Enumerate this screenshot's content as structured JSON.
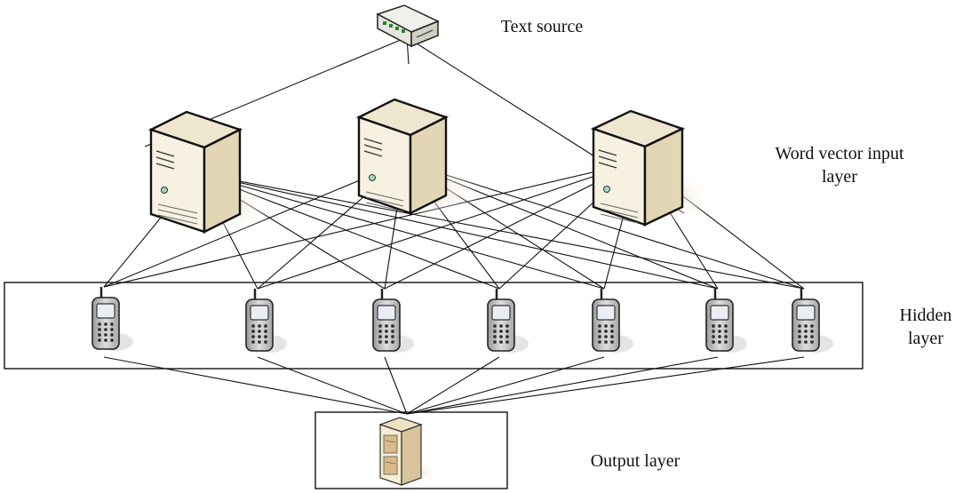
{
  "labels": {
    "text_source": "Text source",
    "word_vector_line1": "Word vector input",
    "word_vector_line2": "layer",
    "hidden_line1": "Hidden",
    "hidden_line2": "layer",
    "output": "Output layer"
  },
  "nodes": {
    "text_source": {
      "icon": "router-icon"
    },
    "input_layer": [
      {
        "icon": "server-tower-icon"
      },
      {
        "icon": "server-tower-icon"
      },
      {
        "icon": "server-tower-icon"
      }
    ],
    "hidden_layer": [
      {
        "icon": "mobile-phone-icon"
      },
      {
        "icon": "mobile-phone-icon"
      },
      {
        "icon": "mobile-phone-icon"
      },
      {
        "icon": "mobile-phone-icon"
      },
      {
        "icon": "mobile-phone-icon"
      },
      {
        "icon": "mobile-phone-icon"
      },
      {
        "icon": "mobile-phone-icon"
      }
    ],
    "output_layer": {
      "icon": "server-cabinet-icon"
    }
  },
  "colors": {
    "line": "#111111",
    "server_body": "#f3ecd8",
    "server_side": "#d9ceae",
    "shadow": "#efe8d6",
    "phone": "#c8c8c8"
  }
}
